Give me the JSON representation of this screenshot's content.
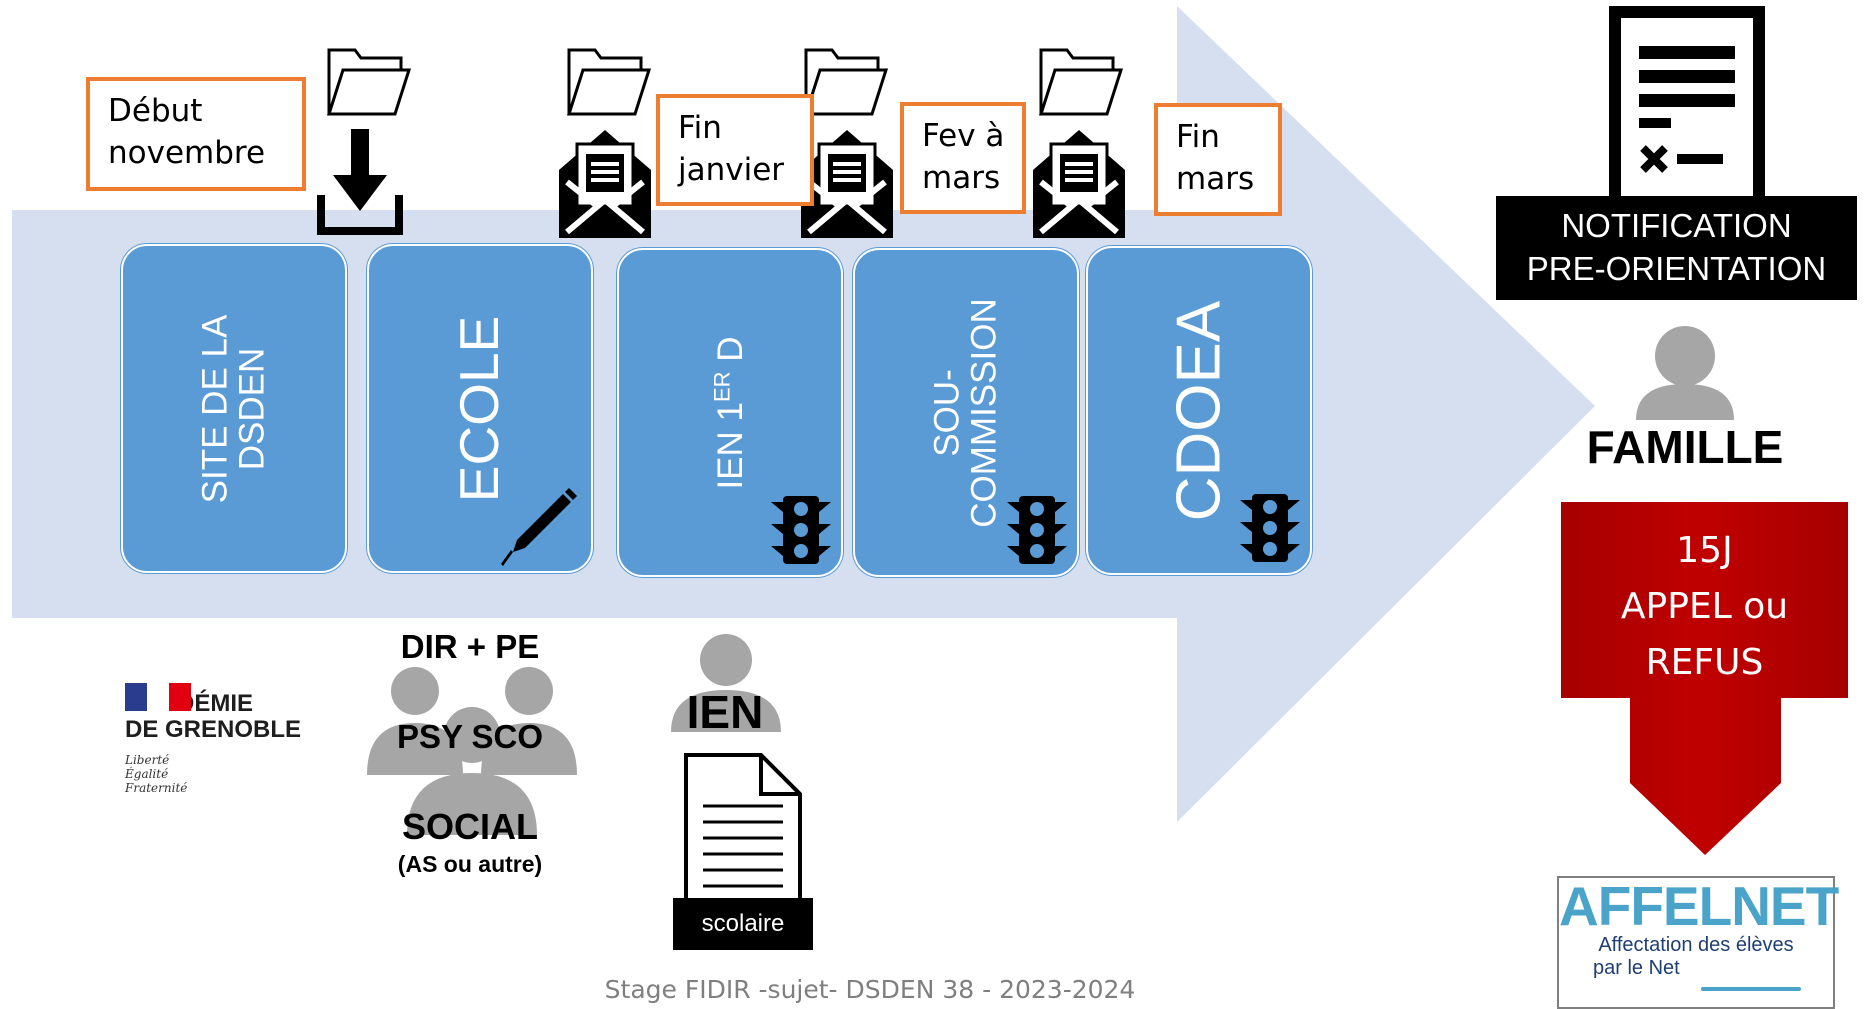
{
  "stages": [
    {
      "id": "site",
      "lines": [
        "SITE DE LA",
        "DSDEN"
      ]
    },
    {
      "id": "ecole",
      "lines": [
        "ECOLE"
      ]
    },
    {
      "id": "ien",
      "lines": [
        "IEN 1",
        "ER",
        " D"
      ]
    },
    {
      "id": "sous",
      "lines": [
        "SOU-",
        "COMMISSION"
      ]
    },
    {
      "id": "cdoea",
      "lines": [
        "CDOEA"
      ]
    }
  ],
  "dates": [
    {
      "line1": "Début",
      "line2": "novembre"
    },
    {
      "line1": "Fin",
      "line2": "janvier"
    },
    {
      "line1": "Fev à",
      "line2": "mars"
    },
    {
      "line1": "Fin",
      "line2": "mars"
    }
  ],
  "notification": {
    "line1": "NOTIFICATION",
    "line2": "PRE-ORIENTATION"
  },
  "famille": "FAMILLE",
  "appeal": {
    "line1": "15J",
    "line2": "APPEL ou",
    "line3": "REFUS"
  },
  "affelnet": {
    "title": "AFFELNET",
    "subtitle_line1": "Affectation des élèves",
    "subtitle_line2": "par le Net"
  },
  "academie": {
    "line1": "ACADÉMIE",
    "line2": "DE GRENOBLE",
    "motto1": "Liberté",
    "motto2": "Égalité",
    "motto3": "Fraternité"
  },
  "school_team": {
    "top": "DIR + PE",
    "middle": "PSY SCO",
    "bottom": "SOCIAL",
    "note": "(AS ou autre)"
  },
  "ien": {
    "label": "IEN",
    "doc_label": "scolaire"
  },
  "footer": "Stage FIDIR -sujet- DSDEN 38 - 2023-2024",
  "colors": {
    "arrow": "#d6dff0",
    "stage": "#5b9bd5",
    "date_border": "#ed7d31",
    "appeal": "#c00000",
    "person": "#a6a6a6"
  }
}
